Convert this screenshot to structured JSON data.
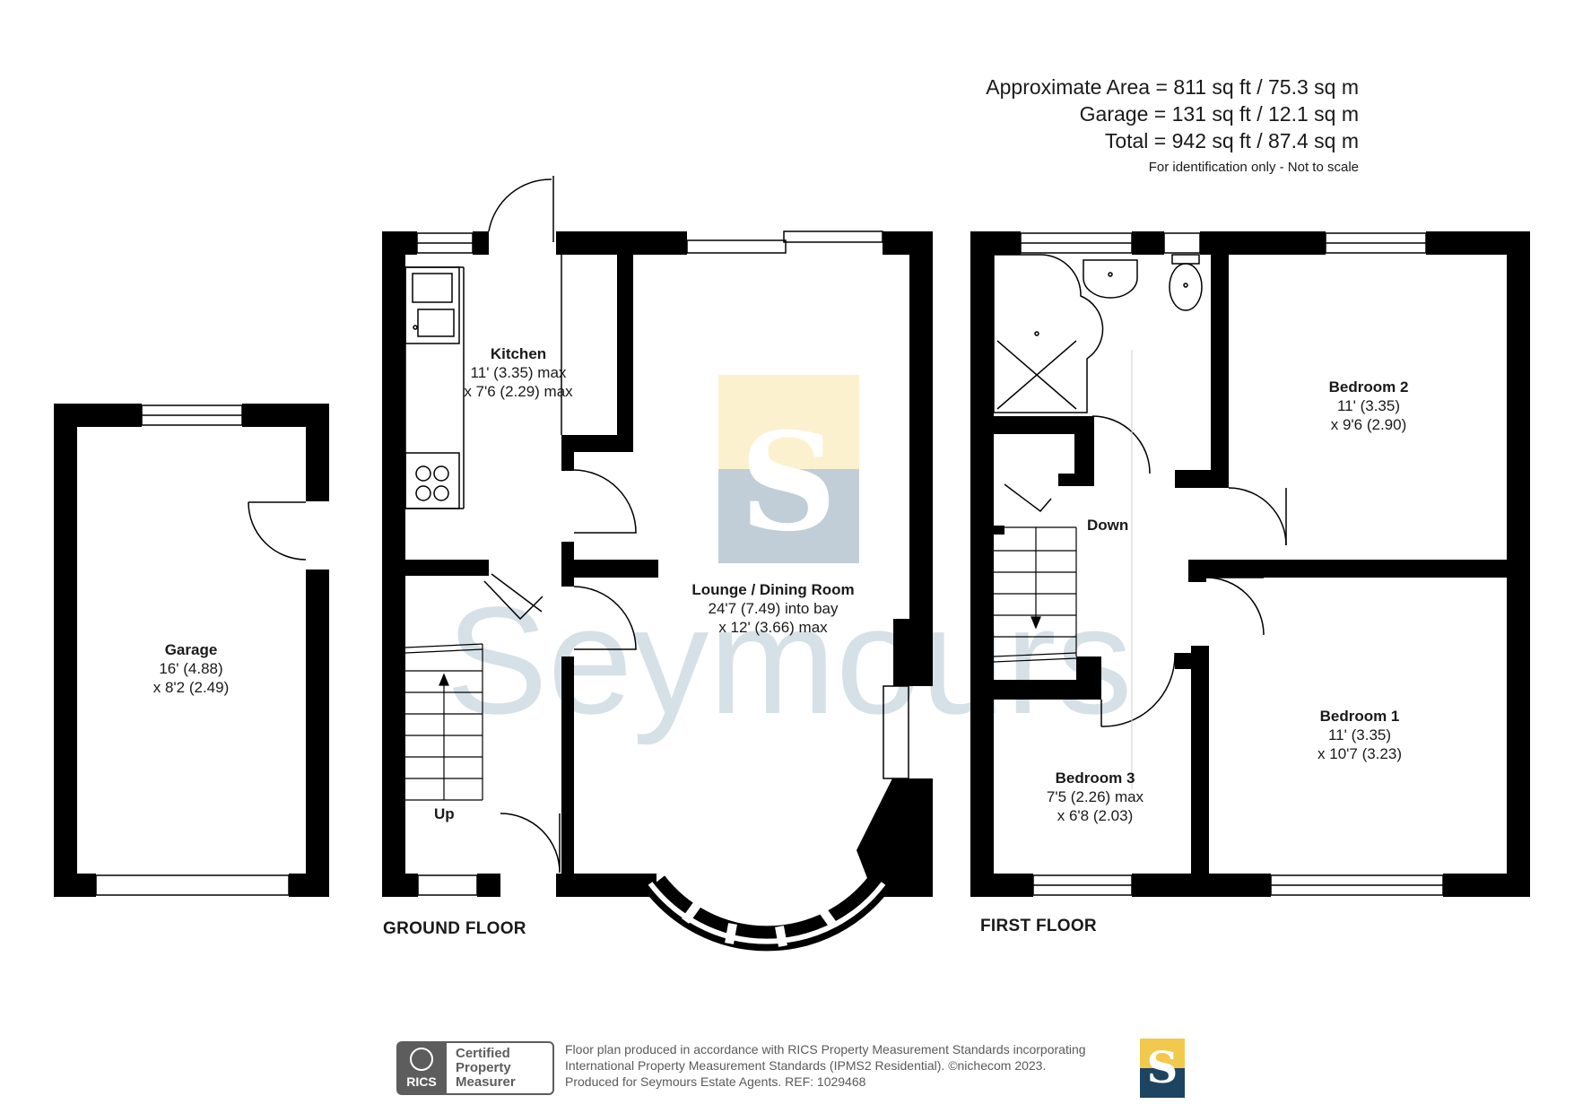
{
  "area": {
    "approximate": "Approximate Area = 811 sq ft / 75.3 sq m",
    "garage": "Garage = 131 sq ft / 12.1 sq m",
    "total": "Total = 942 sq ft / 87.4 sq m",
    "note": "For identification only - Not to scale"
  },
  "watermark": {
    "text": "Seymours",
    "letter": "S"
  },
  "rooms": {
    "garage": {
      "name": "Garage",
      "dim1": "16' (4.88)",
      "dim2": "x 8'2 (2.49)"
    },
    "kitchen": {
      "name": "Kitchen",
      "dim1": "11' (3.35) max",
      "dim2": "x 7'6 (2.29) max"
    },
    "lounge": {
      "name": "Lounge / Dining Room",
      "dim1": "24'7 (7.49) into bay",
      "dim2": "x 12' (3.66) max"
    },
    "bedroom2": {
      "name": "Bedroom 2",
      "dim1": "11' (3.35)",
      "dim2": "x 9'6 (2.90)"
    },
    "bedroom1": {
      "name": "Bedroom 1",
      "dim1": "11' (3.35)",
      "dim2": "x 10'7 (3.23)"
    },
    "bedroom3": {
      "name": "Bedroom 3",
      "dim1": "7'5 (2.26) max",
      "dim2": "x 6'8 (2.03)"
    }
  },
  "stairs": {
    "up": "Up",
    "down": "Down"
  },
  "floors": {
    "ground": "GROUND FLOOR",
    "first": "FIRST FLOOR"
  },
  "rics": {
    "abbr": "RICS",
    "line1": "Certified",
    "line2": "Property",
    "line3": "Measurer"
  },
  "footer": {
    "line1": "Floor plan produced in accordance with RICS Property Measurement Standards incorporating",
    "line2": "International Property Measurement Standards (IPMS2 Residential).  ©nichecom 2023.",
    "line3": "Produced for Seymours Estate Agents.   REF:  1029468"
  },
  "colors": {
    "wall": "#000000",
    "watermark": "#c9d6df",
    "brand_yellow": "#f2c94c",
    "brand_navy": "#1d4460"
  }
}
